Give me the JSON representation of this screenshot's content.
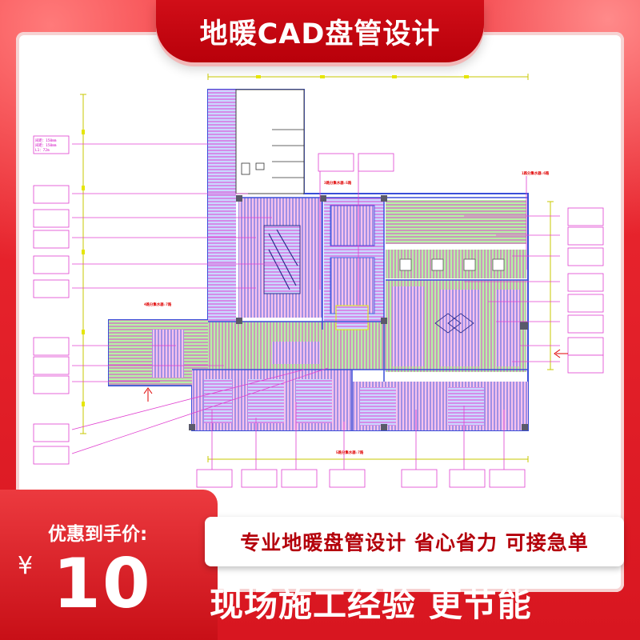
{
  "header": {
    "title": "地暖CAD盘管设计"
  },
  "price": {
    "label": "优惠到手价:",
    "currency": "¥",
    "value": "10"
  },
  "feature": {
    "text": "专业地暖盘管设计 省心省力 可接急单"
  },
  "slogan": {
    "text": "现场施工经验 更节能"
  },
  "drawing": {
    "manifold_labels": [
      "4路分集水器:7路",
      "3路分集水器:5路",
      "1路分集水器:6路",
      "5路分集水器:7路"
    ],
    "loop_note_lines": [
      "间距：150mm",
      "间距：150mm",
      "L1：72m"
    ]
  },
  "colors": {
    "brand_red": "#e0202a",
    "title_red": "#c4000c",
    "pipe_pink": "#e040d0",
    "pipe_blue": "#3a4fd8",
    "fill_green": "#a8f0a0",
    "fill_pink": "#f4b8e8",
    "wall_yellow": "#e6e600"
  }
}
